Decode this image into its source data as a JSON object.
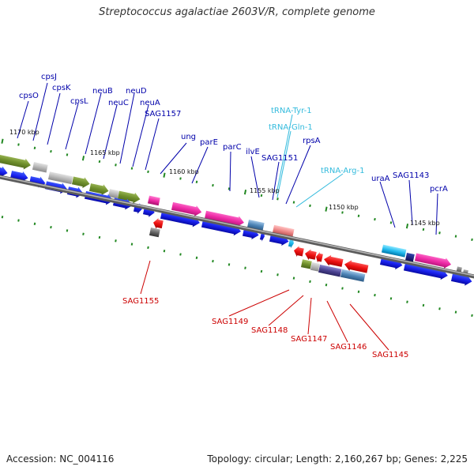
{
  "title": "Streptococcus agalactiae 2603V/R, complete genome",
  "footer": {
    "accession": "Accession: NC_004116",
    "stats": "Topology: circular; Length: 2,160,267 bp; Genes: 2,225"
  },
  "colors": {
    "label_blue": "#0000aa",
    "label_cyan": "#33bbdd",
    "label_red": "#cc0000",
    "backbone": "#777777",
    "tick": "#228822"
  },
  "scale_labels": [
    "1170 kbp",
    "1165 kbp",
    "1160 kbp",
    "1155 kbp",
    "1150 kbp",
    "1145 kbp"
  ],
  "gene_labels": {
    "top": [
      "cpsO",
      "cpsJ",
      "cpsK",
      "cpsL",
      "neuB",
      "neuC",
      "neuD",
      "neuA",
      "SAG1157",
      "ung",
      "parE",
      "parC",
      "ilvE",
      "SAG1151",
      "rpsA",
      "uraA",
      "SAG1143",
      "pcrA"
    ],
    "rna": [
      "tRNA-Tyr-1",
      "tRNA-Gln-1",
      "tRNA-Arg-1"
    ],
    "bottom": [
      "SAG1155",
      "SAG1149",
      "SAG1148",
      "SAG1147",
      "SAG1146",
      "SAG1145"
    ]
  }
}
